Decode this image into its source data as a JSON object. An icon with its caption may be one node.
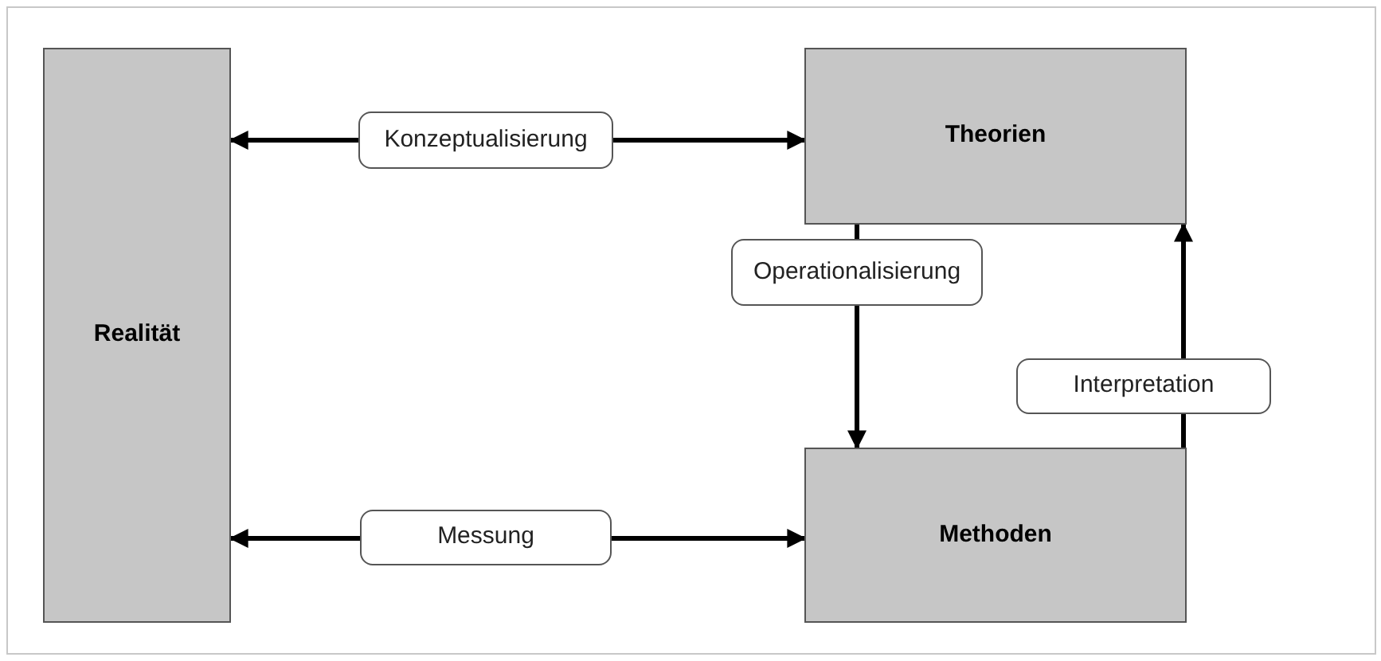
{
  "diagram": {
    "nodes": [
      {
        "text": [
          "Realität"
        ]
      },
      {
        "text": [
          "Theorien"
        ]
      },
      {
        "text": [
          "Methoden"
        ]
      }
    ],
    "edges": [
      {
        "from": 0,
        "to": 1,
        "arrow": "both",
        "label": "Konzeptualisierung"
      },
      {
        "from": 1,
        "to": 2,
        "arrow": "to",
        "label": "Operationalisierung"
      },
      {
        "from": 2,
        "to": 1,
        "arrow": "to",
        "label": "Interpretation"
      },
      {
        "from": 0,
        "to": 2,
        "arrow": "both",
        "label": "Messung"
      }
    ]
  }
}
